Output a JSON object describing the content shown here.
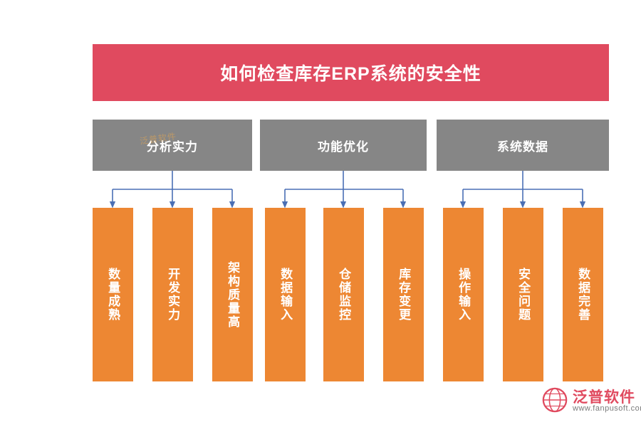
{
  "diagram": {
    "title": "如何检查库存ERP系统的安全性",
    "title_color": "#e04a5f",
    "category_color": "#868686",
    "leaf_color": "#ed8733",
    "connector_color": "#4a6fb5",
    "categories": [
      {
        "label": "分析实力"
      },
      {
        "label": "功能优化"
      },
      {
        "label": "系统数据"
      }
    ],
    "leaves": [
      {
        "label": "数量成熟"
      },
      {
        "label": "开发实力"
      },
      {
        "label": "架构质量高"
      },
      {
        "label": "数据输入"
      },
      {
        "label": "仓储监控"
      },
      {
        "label": "库存变更"
      },
      {
        "label": "操作输入"
      },
      {
        "label": "安全问题"
      },
      {
        "label": "数据完善"
      }
    ]
  },
  "watermark": {
    "center_text": "泛普软件"
  },
  "logo": {
    "cn": "泛普软件",
    "en": "www.fanpusoft.com"
  }
}
